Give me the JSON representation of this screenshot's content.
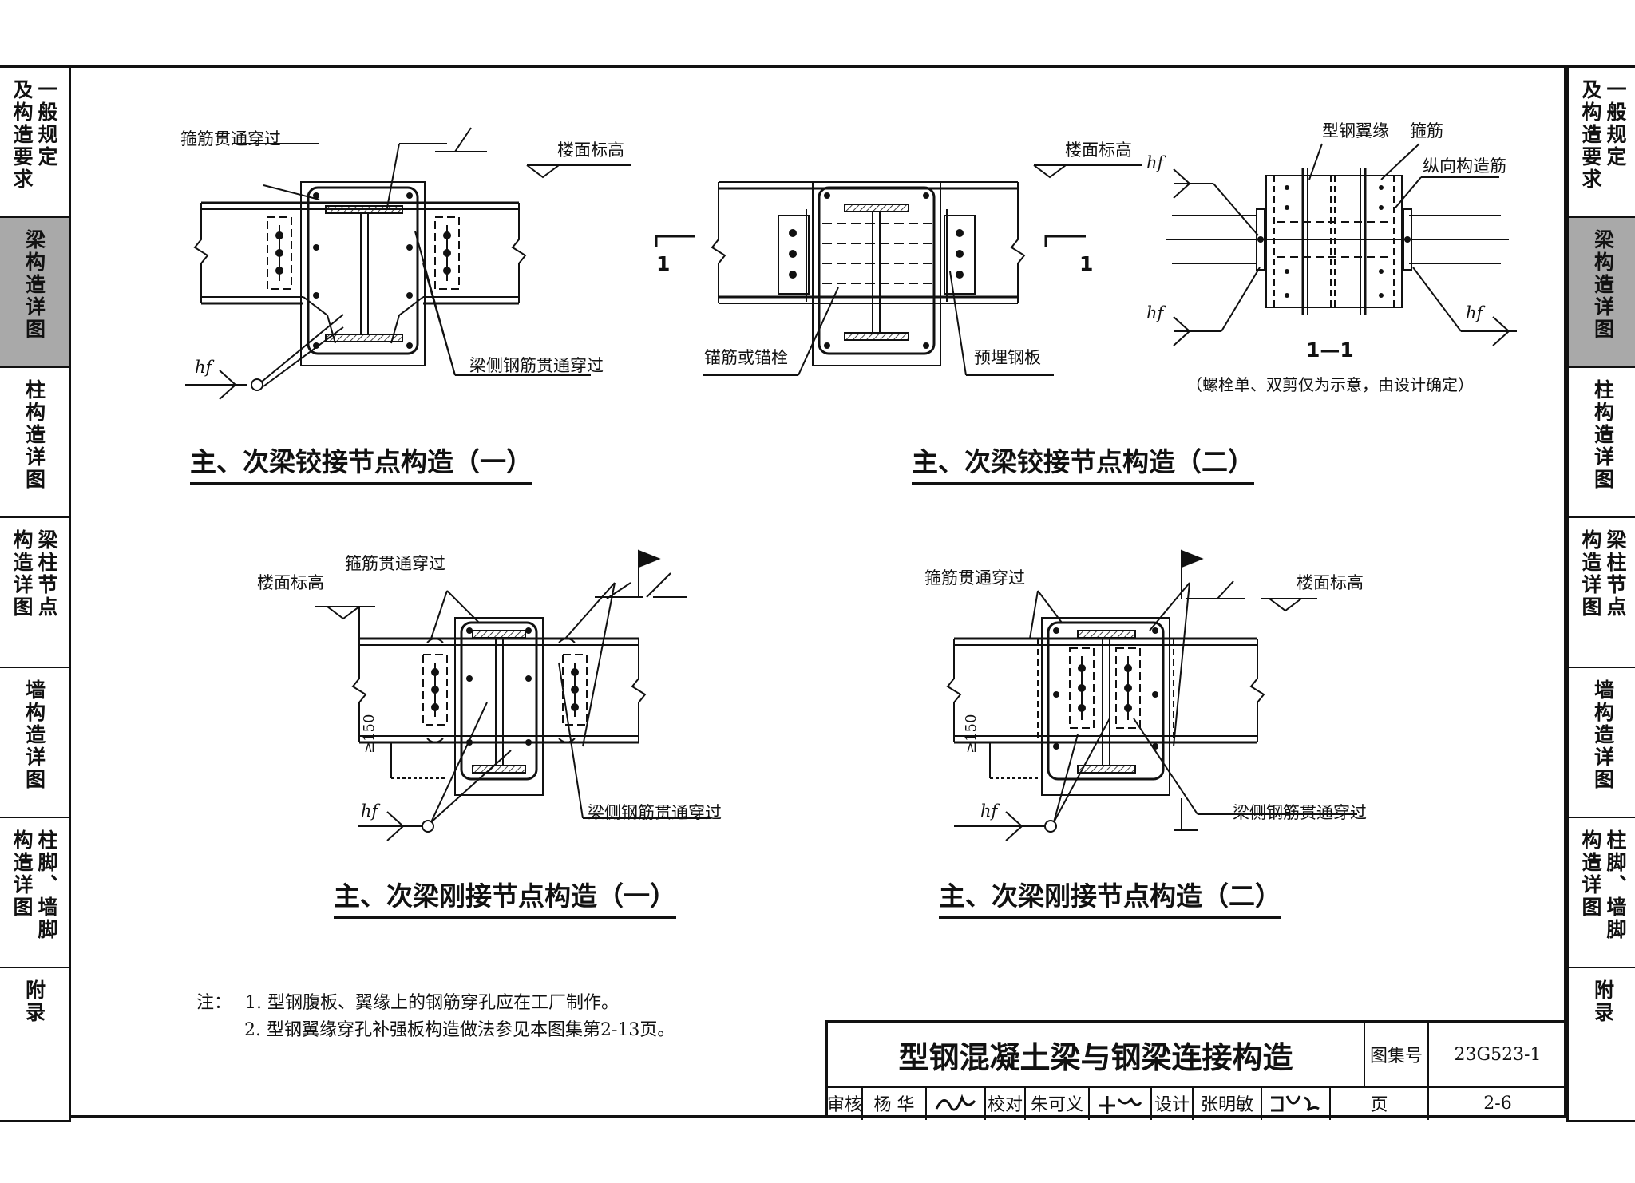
{
  "side_tabs": [
    {
      "cols": [
        "一般规定",
        "及构造要求"
      ]
    },
    {
      "cols": [
        "梁构造详图"
      ],
      "active": true
    },
    {
      "cols": [
        "柱构造详图"
      ]
    },
    {
      "cols": [
        "梁柱节点",
        "构造详图"
      ]
    },
    {
      "cols": [
        "墙构造详图"
      ]
    },
    {
      "cols": [
        "柱脚、墙脚",
        "构造详图"
      ]
    },
    {
      "cols": [
        "附录"
      ]
    }
  ],
  "diagrams": {
    "d1": {
      "caption": "主、次梁铰接节点构造（一）",
      "lbl_stirrup": "箍筋贯通穿过",
      "lbl_floor": "楼面标高",
      "lbl_side_rebar": "梁侧钢筋贯通穿过",
      "lbl_hf": "hf"
    },
    "d2": {
      "caption": "主、次梁铰接节点构造（二）",
      "lbl_floor": "楼面标高",
      "lbl_anchor": "锚筋或锚栓",
      "lbl_plate": "预埋钢板",
      "sec_left": "1",
      "sec_right": "1"
    },
    "d2s": {
      "section_title": "1—1",
      "section_note": "（螺栓单、双剪仅为示意，由设计确定）",
      "lbl_flange": "型钢翼缘",
      "lbl_stirrup": "箍筋",
      "lbl_long": "纵向构造筋",
      "lbl_hf": "hf"
    },
    "d3": {
      "caption": "主、次梁刚接节点构造（一）",
      "lbl_stirrup": "箍筋贯通穿过",
      "lbl_floor": "楼面标高",
      "lbl_side_rebar": "梁侧钢筋贯通穿过",
      "lbl_150": "≥150",
      "lbl_hf": "hf"
    },
    "d4": {
      "caption": "主、次梁刚接节点构造（二）",
      "lbl_stirrup": "箍筋贯通穿过",
      "lbl_floor": "楼面标高",
      "lbl_side_rebar": "梁侧钢筋贯通穿过",
      "lbl_150": "≥150",
      "lbl_hf": "hf"
    }
  },
  "notes": {
    "prefix": "注：",
    "items": [
      "1. 型钢腹板、翼缘上的钢筋穿孔应在工厂制作。",
      "2. 型钢翼缘穿孔补强板构造做法参见本图集第2-13页。"
    ]
  },
  "title_block": {
    "title": "型钢混凝土梁与钢梁连接构造",
    "atlas_label": "图集号",
    "atlas_no": "23G523-1",
    "review_label": "审核",
    "review_name": "杨 华",
    "check_label": "校对",
    "check_name": "朱可义",
    "design_label": "设计",
    "design_name": "张明敏",
    "page_label": "页",
    "page_no": "2-6"
  },
  "colors": {
    "ink": "#111111",
    "active_tab": "#a9a9a9",
    "paper": "#ffffff"
  }
}
